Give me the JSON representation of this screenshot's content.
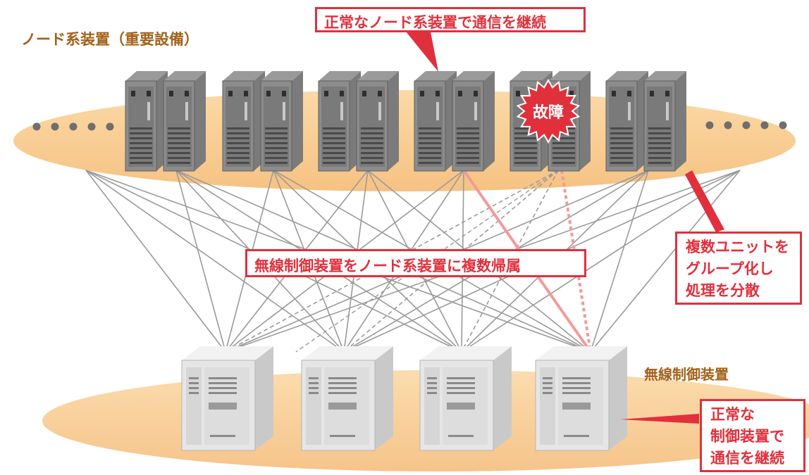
{
  "title_node": "ノード系装置（重要設備）",
  "title_radio": "無線制御装置",
  "callout_top": "正常なノード系装置で通信を継続",
  "callout_mid": "無線制御装置をノード系装置に複数帰属",
  "callout_right_lines": [
    "複数ユニットを",
    "グループ化し",
    "処理を分散"
  ],
  "callout_bottom_lines": [
    "正常な",
    "制御装置で",
    "通信を継続"
  ],
  "fault_label": "故障",
  "colors": {
    "accent_red": "#e0303c",
    "brown_text": "#a2611a",
    "platform_fill": "#f8c98e",
    "link_gray": "#9a9a9a",
    "link_pink": "#f19a9a",
    "server_dark": "#6e6e6e",
    "server_light": "#e6e6e6"
  }
}
